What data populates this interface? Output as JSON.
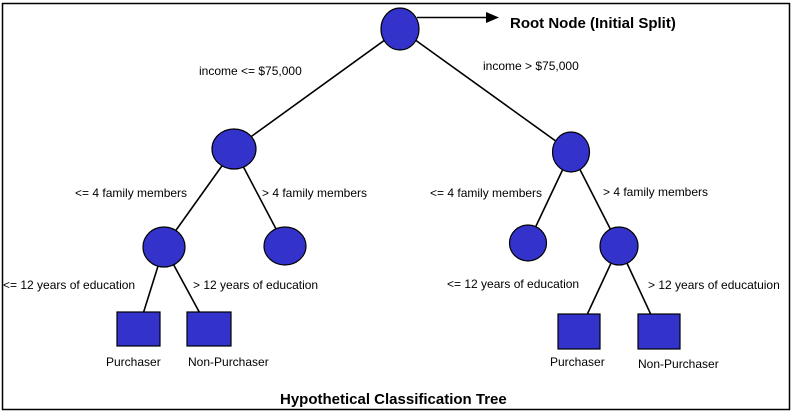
{
  "diagram": {
    "title": "Hypothetical Classification Tree",
    "root_label": "Root Node (Initial Split)",
    "colors": {
      "node_fill": "#3333cc",
      "line": "#000000",
      "background": "#ffffff"
    },
    "branch_labels": {
      "income_le": "income <= $75,000",
      "income_gt": "income > $75,000",
      "left_family_le": "<= 4 family members",
      "left_family_gt": "> 4 family members",
      "right_family_le": "<= 4 family members",
      "right_family_gt": "> 4 family members",
      "left_edu_le": "<= 12 years of education",
      "left_edu_gt": "> 12 years of education",
      "right_edu_le": "<= 12 years of education",
      "right_edu_gt": "> 12 years of educatuion"
    },
    "leaf_labels": {
      "left_purchaser": "Purchaser",
      "left_non_purchaser": "Non-Purchaser",
      "right_purchaser": "Purchaser",
      "right_non_purchaser": "Non-Purchaser"
    }
  }
}
